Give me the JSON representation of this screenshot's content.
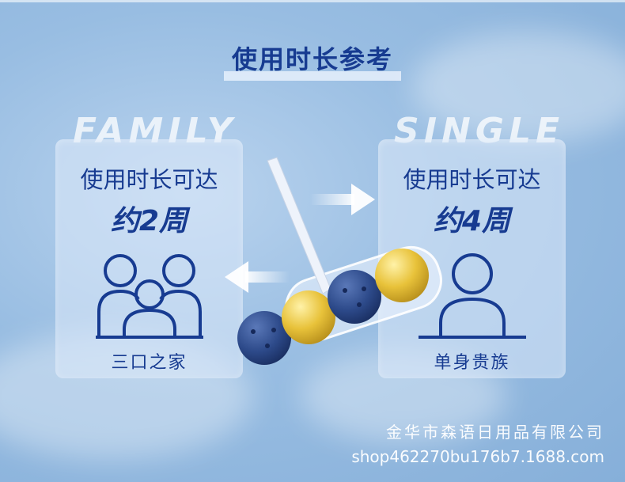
{
  "title": "使用时长参考",
  "cards": {
    "family": {
      "bg_word": "FAMILY",
      "label": "使用时长可达",
      "duration": "约2周",
      "icon": "family-of-three-icon",
      "caption": "三口之家"
    },
    "single": {
      "bg_word": "SINGLE",
      "label": "使用时长可达",
      "duration": "约4周",
      "icon": "single-person-icon",
      "caption": "单身贵族"
    }
  },
  "footer": {
    "company": "金华市森语日用品有限公司",
    "shop": "shop462270bu176b7.1688.com"
  },
  "colors": {
    "accent": "#173b91",
    "ball_blue": "#2d4a8a",
    "ball_yellow": "#e8c23a"
  }
}
